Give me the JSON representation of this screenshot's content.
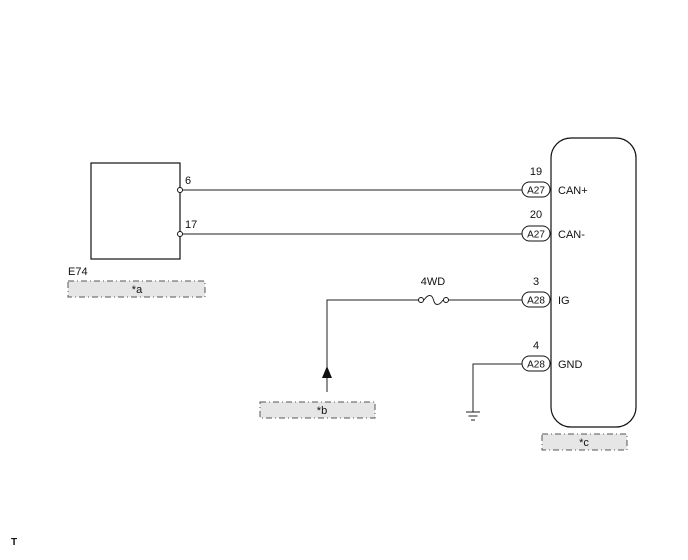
{
  "left_component": {
    "name": "E74",
    "tag": "*a",
    "pins": {
      "top": "6",
      "bottom": "17"
    }
  },
  "right_component": {
    "tag": "*c",
    "rows": [
      {
        "pin": "19",
        "connector": "A27",
        "signal": "CAN+"
      },
      {
        "pin": "20",
        "connector": "A27",
        "signal": "CAN-"
      },
      {
        "pin": "3",
        "connector": "A28",
        "signal": "IG"
      },
      {
        "pin": "4",
        "connector": "A28",
        "signal": "GND"
      }
    ]
  },
  "fuse": {
    "label": "4WD"
  },
  "power_source": {
    "tag": "*b"
  },
  "footer_mark": "T"
}
